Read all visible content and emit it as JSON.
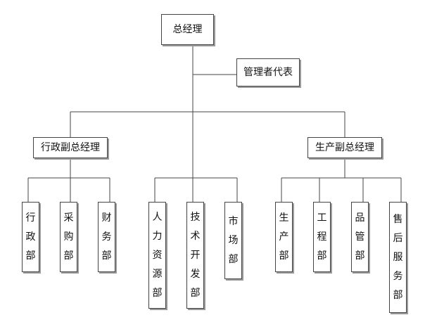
{
  "chart_data": {
    "type": "diagram",
    "nodes": [
      {
        "id": "general-manager",
        "label": "总经理"
      },
      {
        "id": "management-representative",
        "label": "管理者代表",
        "parent": "general-manager"
      },
      {
        "id": "admin-vp",
        "label": "行政副总经理",
        "parent": "general-manager"
      },
      {
        "id": "production-vp",
        "label": "生产副总经理",
        "parent": "general-manager"
      },
      {
        "id": "administration",
        "label": "行政部",
        "parent": "admin-vp"
      },
      {
        "id": "purchasing",
        "label": "采购部",
        "parent": "admin-vp"
      },
      {
        "id": "finance",
        "label": "财务部",
        "parent": "admin-vp"
      },
      {
        "id": "human-resources",
        "label": "人力资源部",
        "parent": "general-manager"
      },
      {
        "id": "rnd",
        "label": "技术开发部",
        "parent": "general-manager"
      },
      {
        "id": "marketing",
        "label": "市场部",
        "parent": "general-manager"
      },
      {
        "id": "production",
        "label": "生产部",
        "parent": "production-vp"
      },
      {
        "id": "engineering",
        "label": "工程部",
        "parent": "production-vp"
      },
      {
        "id": "quality",
        "label": "品管部",
        "parent": "production-vp"
      },
      {
        "id": "after-sales",
        "label": "售后服务部",
        "parent": "production-vp"
      }
    ]
  },
  "labels": {
    "general_manager": "总经理",
    "management_representative": "管理者代表",
    "admin_vp": "行政副总经理",
    "production_vp": "生产副总经理",
    "administration_vertical": "行\n政\n部",
    "purchasing_vertical": "采\n购\n部",
    "finance_vertical": "财\n务\n部",
    "human_resources_vertical": "人\n力\n资\n源\n部",
    "rnd_vertical": "技\n术\n开\n发\n部",
    "marketing_vertical": "市\n场\n部",
    "production_vertical": "生\n产\n部",
    "engineering_vertical": "工\n程\n部",
    "quality_vertical": "品\n管\n部",
    "after_sales_vertical": "售\n后\n服\n务\n部"
  }
}
